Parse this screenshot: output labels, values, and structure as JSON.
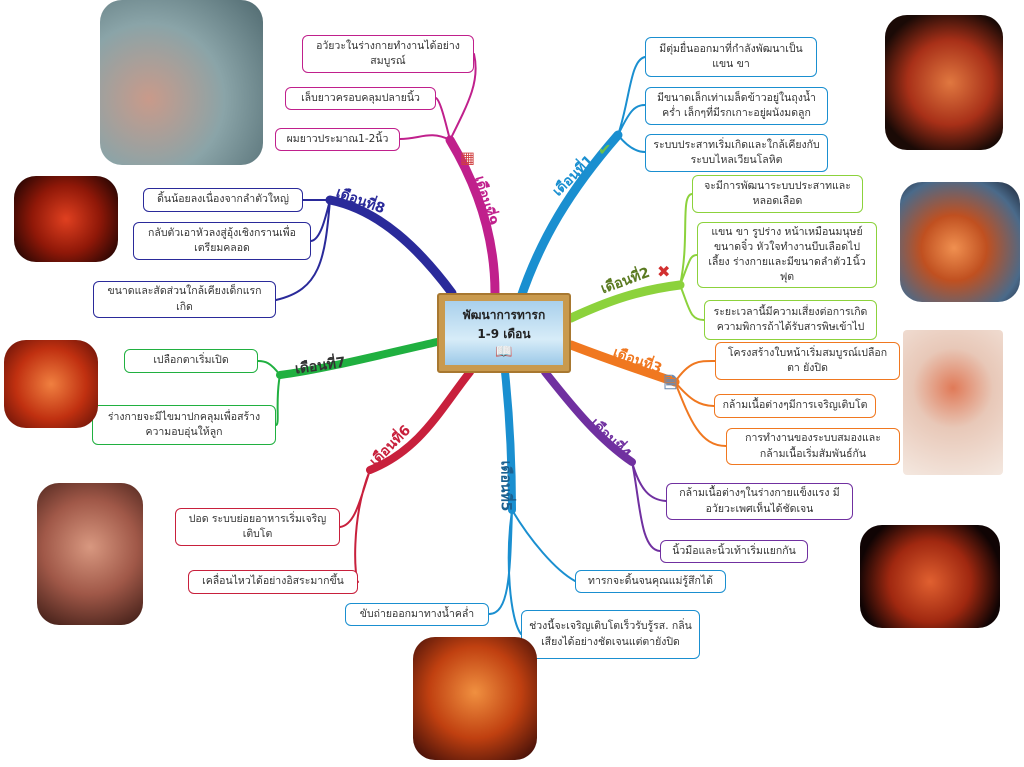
{
  "title": {
    "line1": "พัฒนาการทารก",
    "line2": "1-9  เดือน"
  },
  "months": [
    {
      "label": "เดือนที่1",
      "color": "#1a8fd0",
      "icon": "check-icon",
      "items": [
        "มีตุ่มยื่นออกมาที่กำลังพัฒนาเป็นแขน ขา",
        "มีขนาดเล็กเท่าเมล็ดข้าวอยู่ในถุงน้ำคร่ำ เล็กๆที่มีรกเกาะอยู่ผนังมดลูก",
        "ระบบประสาทเริ่มเกิดและใกล้เคียงกับ ระบบไหลเวียนโลหิต"
      ]
    },
    {
      "label": "เดือนที่2",
      "color": "#8cd23c",
      "icon": "x-icon",
      "items": [
        "จะมีการพัฒนาระบบประสาทและ หลอดเลือด",
        "แขน ขา รูปร่าง หน้าเหมือนมนุษย์ ขนาดจิ๋ว หัวใจทำงานบีบเลือดไปเลี้ยง ร่างกายและมีขนาดลำตัว1นิ้วฟุต",
        "ระยะเวลานี้มีความเสี่ยงต่อการเกิด ความพิการถ้าได้รับสารพิษเข้าไป"
      ]
    },
    {
      "label": "เดือนที่3",
      "color": "#f07820",
      "icon": "document-icon",
      "items": [
        "โครงสร้างใบหน้าเริ่มสมบูรณ์เปลือกตา ยังปิด",
        "กล้ามเนื้อต่างๆมีการเจริญเติบโต",
        "การทำงานของระบบสมองและ กล้ามเนื้อเริ่มสัมพันธ์กัน"
      ]
    },
    {
      "label": "เดือนที่4",
      "color": "#7030a0",
      "items": [
        "กล้ามเนื้อต่างๆในร่างกายแข็งแรง มี อวัยวะเพศเห็นได้ชัดเจน",
        "นิ้วมือและนิ้วเท้าเริ่มแยกกัน"
      ]
    },
    {
      "label": "เดือนที่5",
      "color": "#1a8fd0",
      "items": [
        "ทารกจะดิ้นจนคุณแม่รู้สึกได้",
        "ขับถ่ายออกมาทางน้ำคล่ำ",
        "ช่วงนี้จะเจริญเติบโตเร็วรับรู้รส. กลิ่น เสียงได้อย่างชัดเจนแต่ตายังปิด"
      ]
    },
    {
      "label": "เดือนที่6",
      "color": "#c8203c",
      "items": [
        "ปอด ระบบย่อยอาหารเริ่มเจริญ เติบโต",
        "เคลื่อนไหวได้อย่างอิสระมากขึ้น"
      ]
    },
    {
      "label": "เดือนที่7",
      "color": "#20b040",
      "items": [
        "เปลือกตาเริ่มเปิด",
        "ร่างกายจะมีไขมาปกคลุมเพื่อสร้าง ความอบอุ่นให้ลูก"
      ]
    },
    {
      "label": "เดือนที่8",
      "color": "#2a2a9a",
      "items": [
        "ดิ้นน้อยลงเนื่องจากลำตัวใหญ่",
        "กลับตัวเอาหัวลงสู่อุ้งเชิงกรานเพื่อ เตรียมคลอด",
        "ขนาดและสัดส่วนใกล้เคียงเด็กแรกเกิด"
      ]
    },
    {
      "label": "เดือนที่9",
      "color": "#c0208c",
      "icon": "calendar-icon",
      "items": [
        "อวัยวะในร่างกายทำงานได้อย่าง สมบูรณ์",
        "เล็บยาวครอบคลุมปลายนิ้ว",
        "ผมยาวประมาณ1-2นิ้ว"
      ]
    }
  ]
}
